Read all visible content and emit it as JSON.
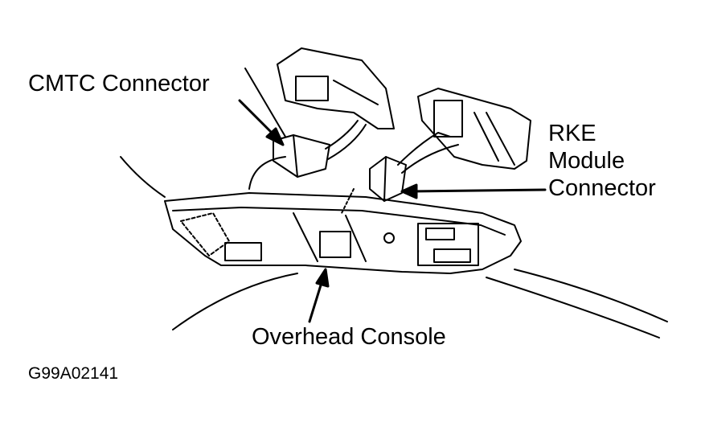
{
  "labels": {
    "cmtc": "CMTC Connector",
    "rke_line1": "RKE",
    "rke_line2": "Module",
    "rke_line3": "Connector",
    "console": "Overhead Console"
  },
  "figure_code": "G99A02141"
}
